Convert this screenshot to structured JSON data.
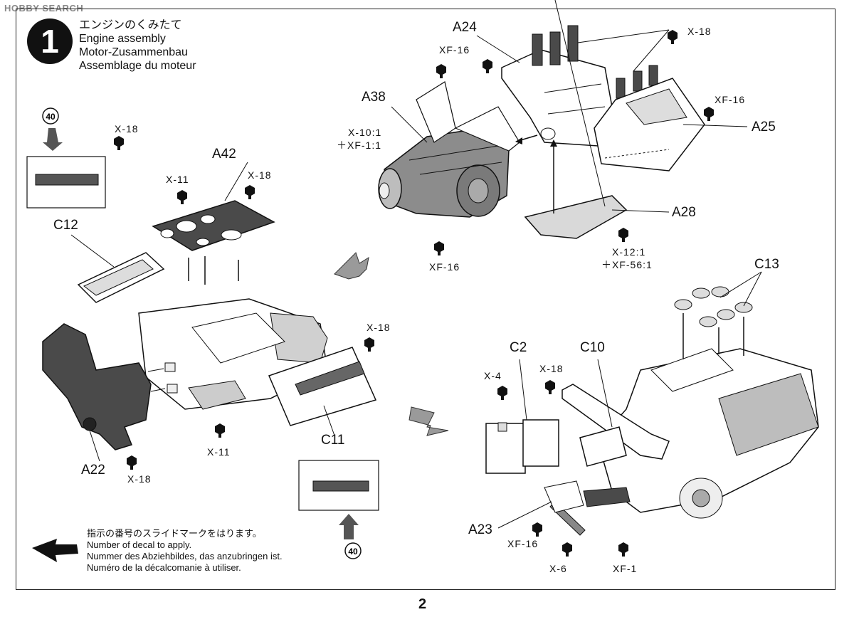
{
  "watermark": "HOBBY SEARCH",
  "step": {
    "number": "1",
    "title_jp": "エンジンのくみたて",
    "title_en": "Engine assembly",
    "title_de": "Motor-Zusammenbau",
    "title_fr": "Assemblage du moteur"
  },
  "parts": {
    "A24": "A24",
    "A38": "A38",
    "A25": "A25",
    "A28": "A28",
    "A42": "A42",
    "C12": "C12",
    "C11": "C11",
    "C13": "C13",
    "C2": "C2",
    "C10": "C10",
    "A22": "A22",
    "A23": "A23"
  },
  "screws": {
    "xf16_a": "XF-16",
    "xf16_b": "XF-16",
    "xf16_c": "XF-16",
    "xf16_d": "XF-16",
    "x18_a": "X-18",
    "x18_b": "X-18",
    "x18_c": "X-18",
    "x18_d": "X-18",
    "x18_e": "X-18",
    "x18_f": "X-18",
    "x11_a": "X-11",
    "x11_b": "X-11",
    "x4": "X-4",
    "x6": "X-6",
    "xf1": "XF-1",
    "mix_a1": "X-10:1",
    "mix_a2": "＋XF-1:1",
    "mix_b1": "X-12:1",
    "mix_b2": "＋XF-56:1"
  },
  "decal": {
    "number_top": "40",
    "number_bottom": "40"
  },
  "note": {
    "jp": "指示の番号のスライドマークをはります。",
    "en": "Number of decal to apply.",
    "de": "Nummer des Abziehbildes, das anzubringen ist.",
    "fr": "Numéro de la décalcomanie à utiliser."
  },
  "page_number": "2",
  "colors": {
    "line": "#111111",
    "part_gray": "#8c8c8c",
    "dark_gray": "#4a4a4a",
    "light_gray": "#d9d9d9"
  }
}
